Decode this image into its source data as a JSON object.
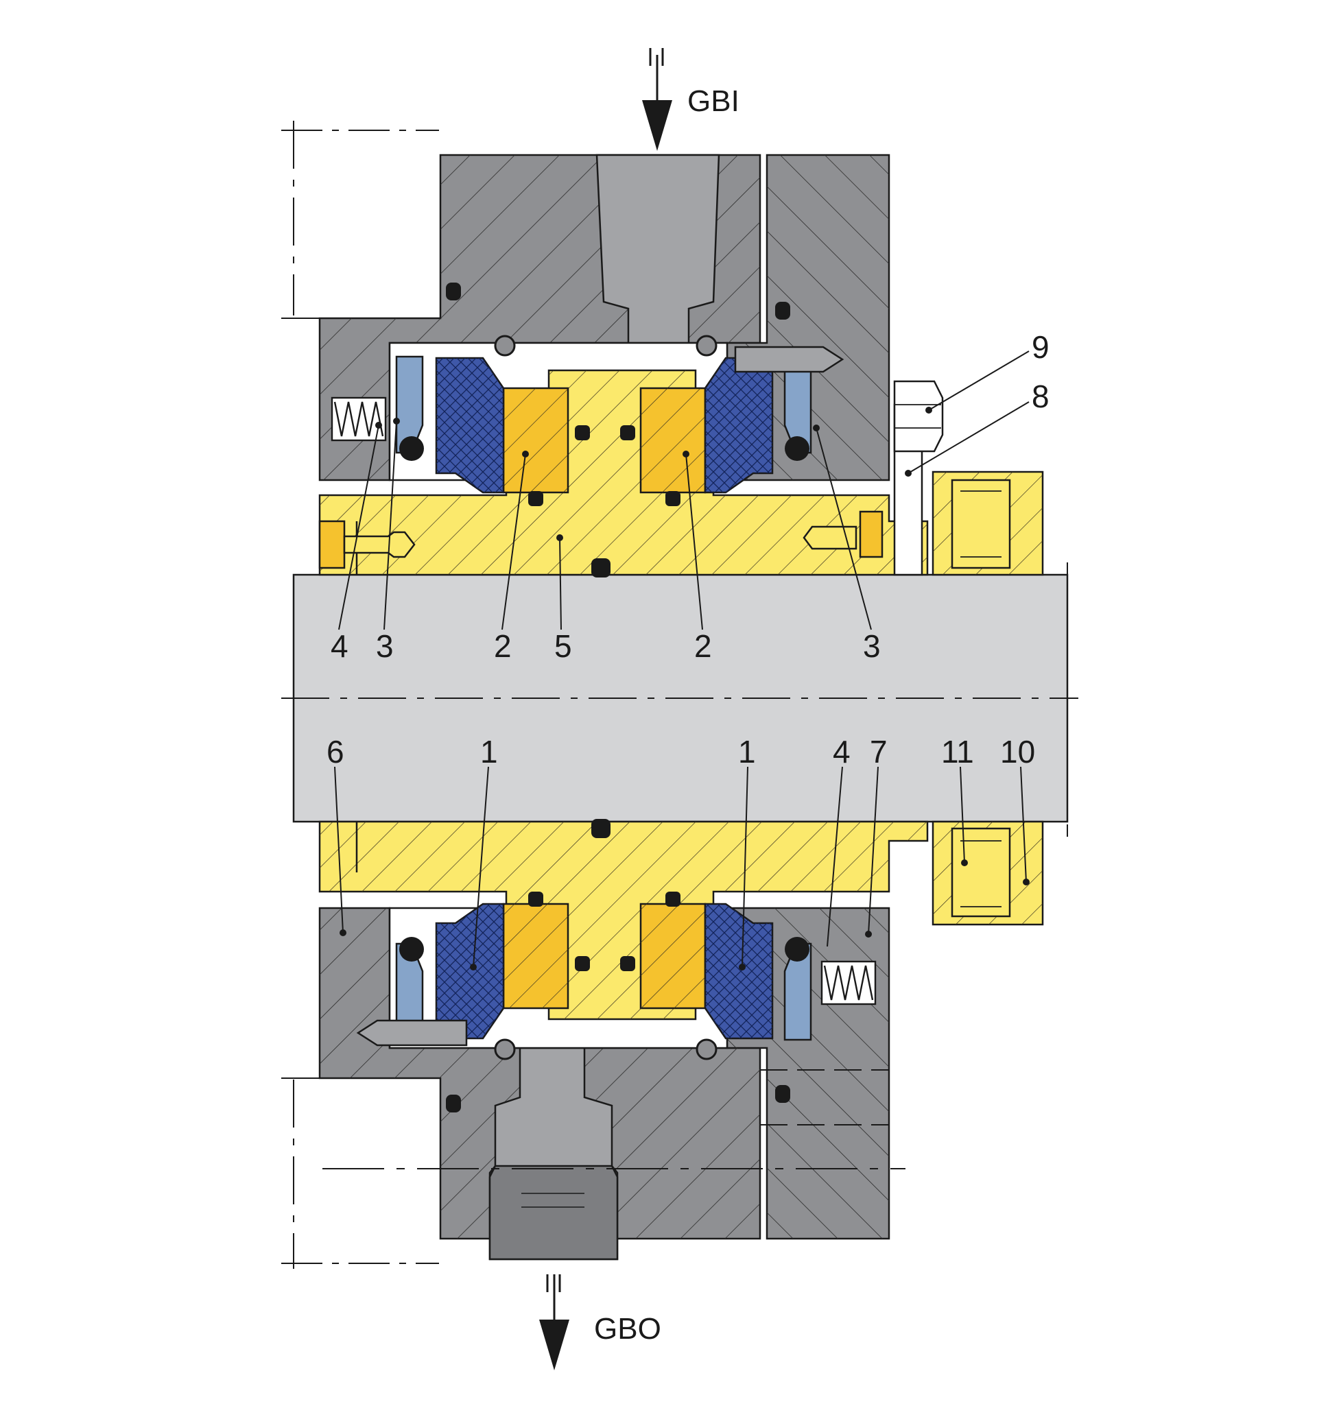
{
  "flow_labels": {
    "inlet": "GBI",
    "outlet": "GBO"
  },
  "callouts": {
    "n1": "1",
    "n2": "2",
    "n3": "3",
    "n4": "4",
    "n5": "5",
    "n6": "6",
    "n7": "7",
    "n8": "8",
    "n9": "9",
    "n10": "10",
    "n11": "11"
  },
  "colors": {
    "housing": "#8f9093",
    "sleeve": "#fbe96c",
    "seal_face": "#f5c22e",
    "carbon_ring": "#3f58a8",
    "secondary_ring": "#86a4c9",
    "shaft": "#d3d4d6",
    "outline": "#1a1a1a",
    "gap": "#ffffff"
  }
}
